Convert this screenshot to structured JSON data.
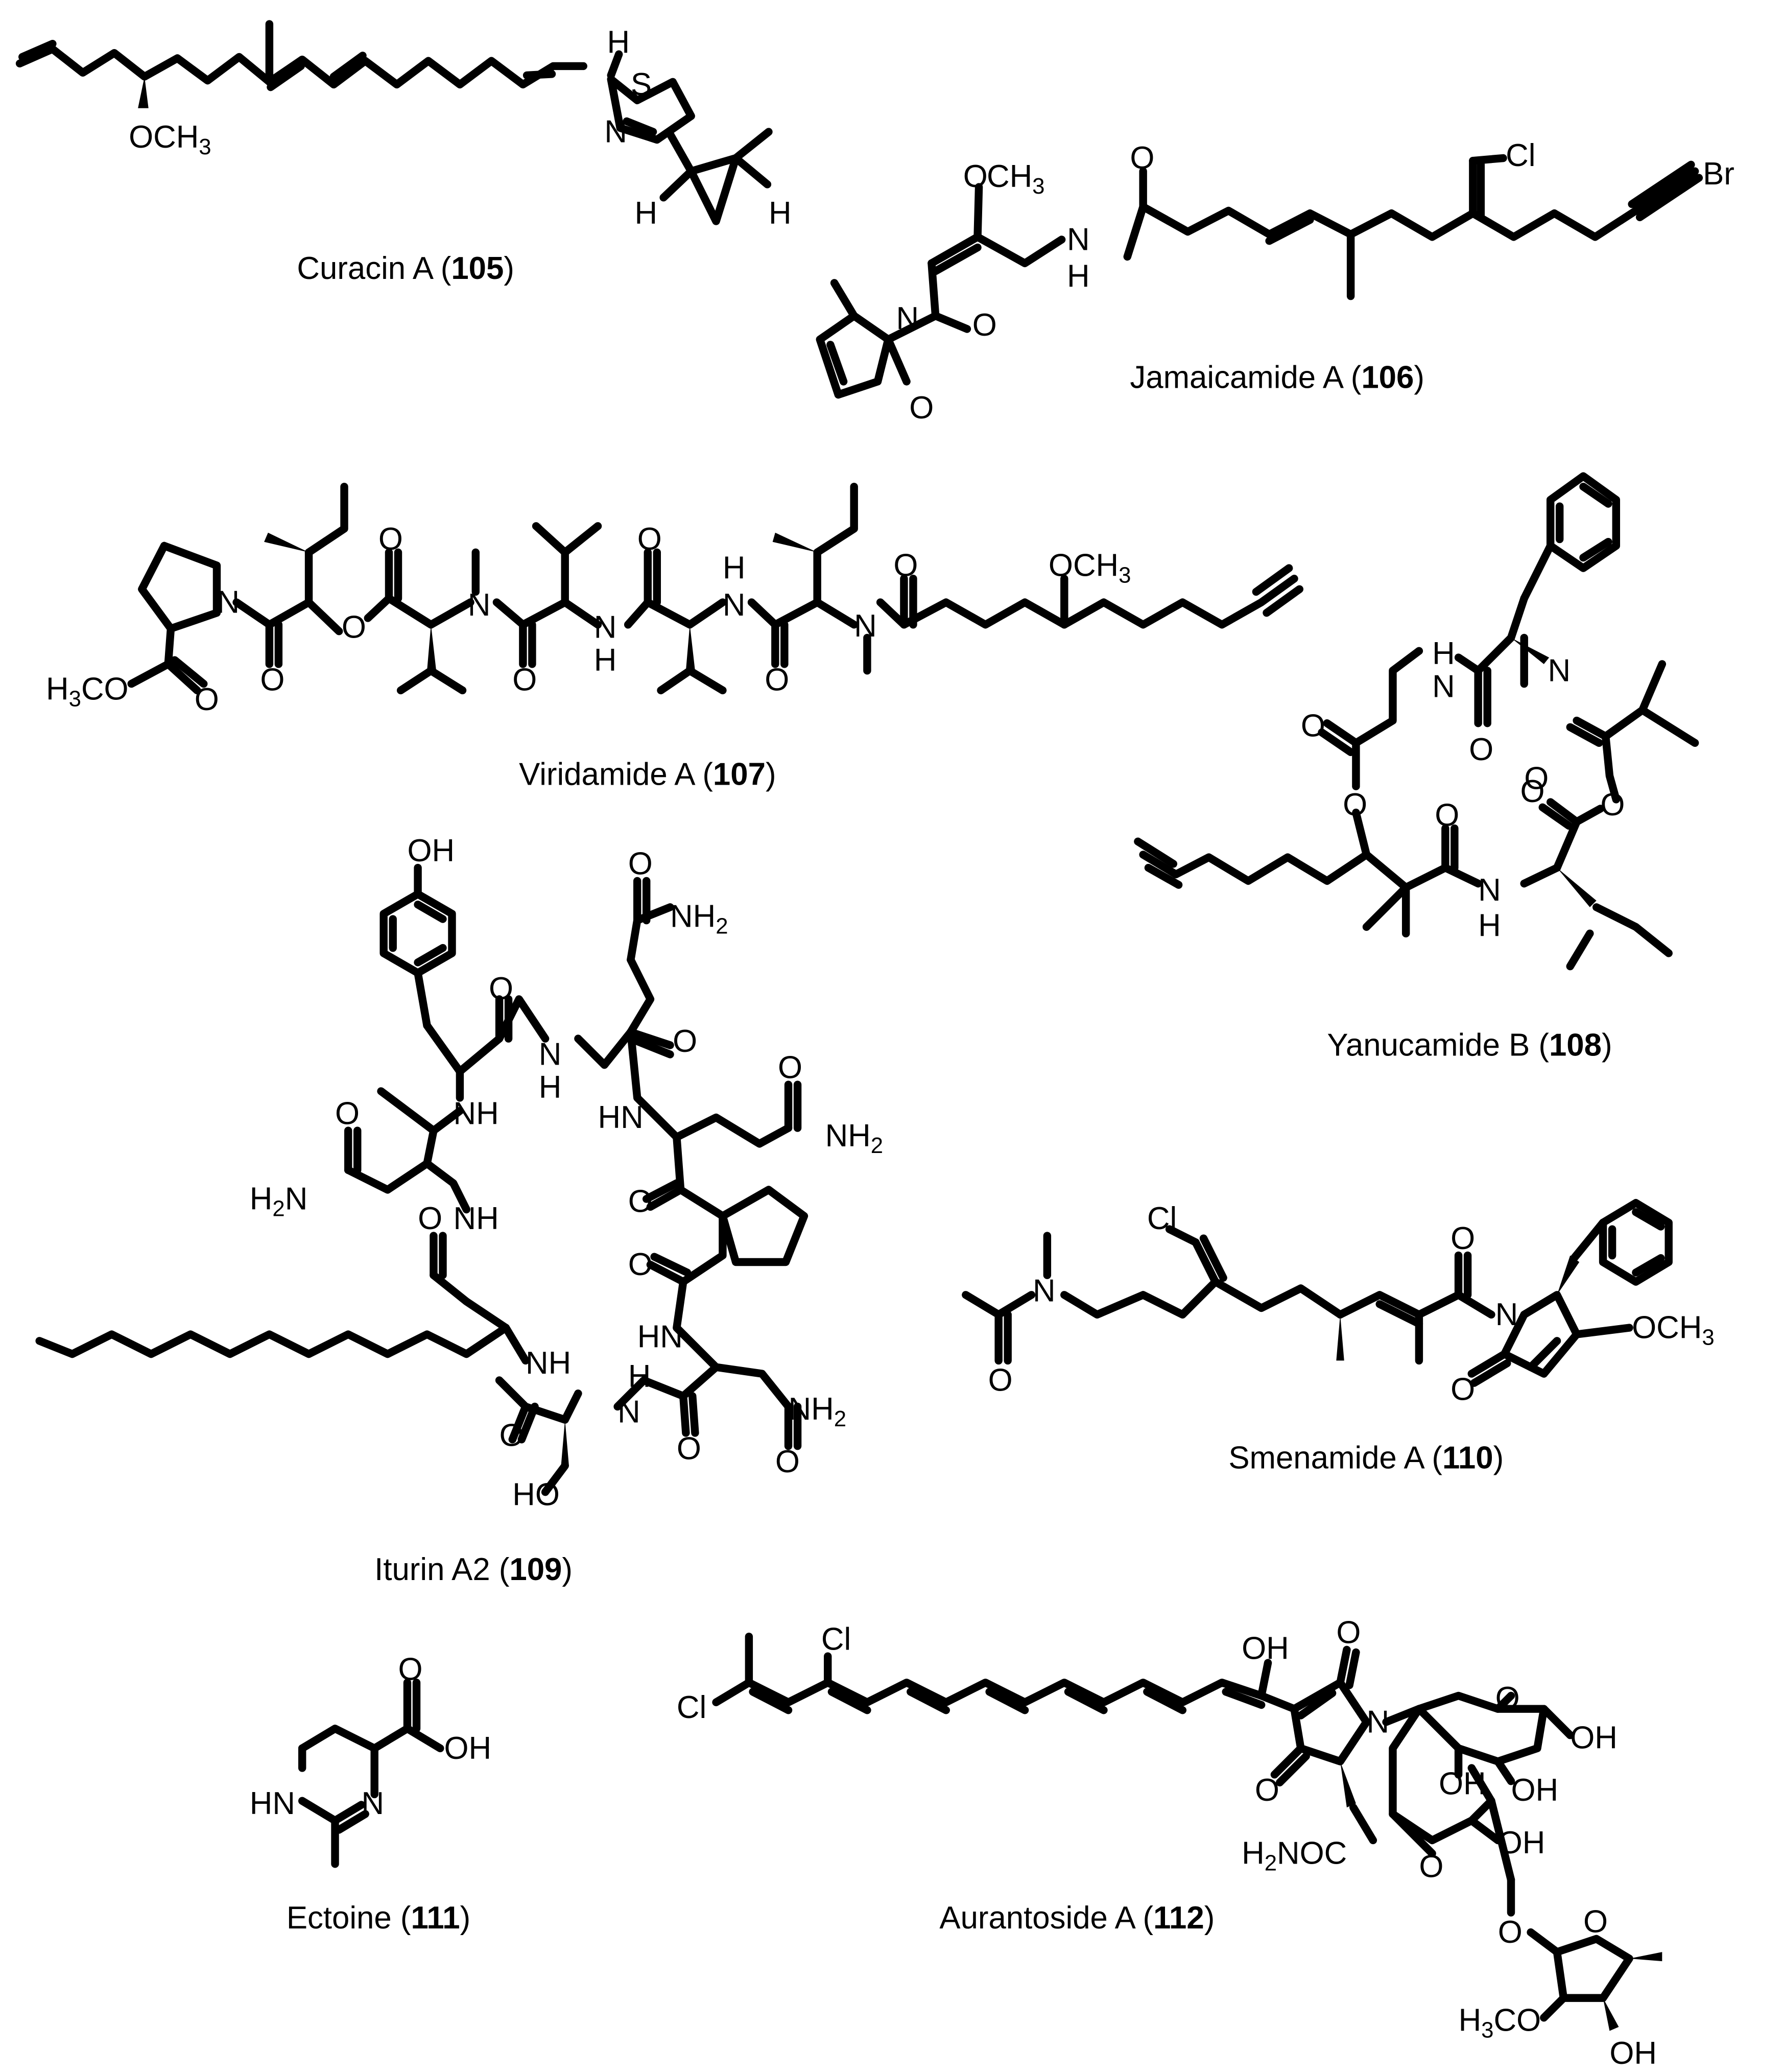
{
  "compounds": [
    {
      "id": "curacin",
      "name": "Curacin A (",
      "number": "105",
      "close": ")"
    },
    {
      "id": "jamaicamide",
      "name": "Jamaicamide A (",
      "number": "106",
      "close": ")"
    },
    {
      "id": "viridamide",
      "name": "Viridamide A (",
      "number": "107",
      "close": ")"
    },
    {
      "id": "yanucamide",
      "name": "Yanucamide B (",
      "number": "108",
      "close": ")"
    },
    {
      "id": "iturin",
      "name": "Iturin A2 (",
      "number": "109",
      "close": ")"
    },
    {
      "id": "smenamide",
      "name": "Smenamide A (",
      "number": "110",
      "close": ")"
    },
    {
      "id": "ectoine",
      "name": "Ectoine (",
      "number": "111",
      "close": ")"
    },
    {
      "id": "aurantoside",
      "name": "Aurantoside A (",
      "number": "112",
      "close": ")"
    }
  ],
  "atoms": {
    "s": "S",
    "n": "N",
    "o": "O",
    "h": "H",
    "nh": "NH",
    "hn": "HN",
    "cl": "Cl",
    "br": "Br",
    "oh": "OH",
    "ho": "HO",
    "och3": "OCH",
    "h3co": "H",
    "h3co_tail": "CO",
    "h2n": "H",
    "h2n_tail": "N",
    "nh2": "NH",
    "h2noc": "H",
    "h2noc_tail": "NOC",
    "sub3": "3",
    "sub2": "2"
  }
}
